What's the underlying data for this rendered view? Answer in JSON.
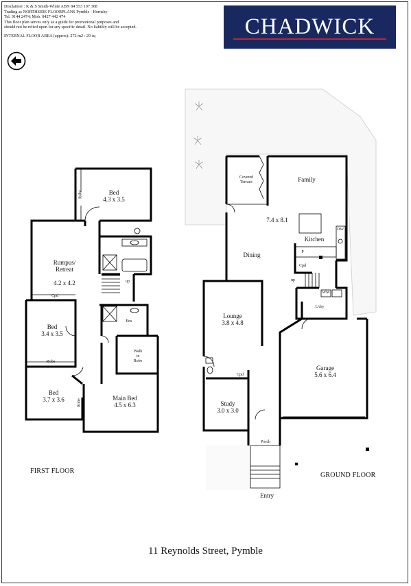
{
  "disclaimer": {
    "line1": "Disclaimer :  K & S Smith-White   ABN 84 553 107 368",
    "line2": "Trading as NORTHSIDE FLOORPLANS Pymble - Hornsby",
    "line3": "Tel. 9144 2474; Mob. 0427 442 474",
    "line4": "This floor plan serves only as a guide for promotional purposes and",
    "line5": "should not be relied upon for any specific detail. No liability will be accepted.",
    "area": "INTERNAL FLOOR AREA (approx): 272 m2 : 29 sq"
  },
  "brand": {
    "name": "CHADWICK",
    "bg": "#19295f",
    "accent": "#c9202c"
  },
  "compass": {
    "icon": "arrow-left-icon"
  },
  "first_floor": {
    "label": "FIRST FLOOR",
    "rooms": {
      "bed1": {
        "name": "Bed",
        "size": "4.3 x 3.5"
      },
      "rumpus": {
        "name": "Rumpus/\nRetreat",
        "size": "4.2 x 4.2"
      },
      "bed2": {
        "name": "Bed",
        "size": "3.4 x 3.5"
      },
      "bed3": {
        "name": "Bed",
        "size": "3.7 x 3.6"
      },
      "main_bed": {
        "name": "Main Bed",
        "size": "4.5 x 6.3"
      },
      "ens": "Ens",
      "walk_in": "Walk\nin\nRobe",
      "robe_a": "Robe",
      "robe_b": "Robe",
      "robe_c": "Robe",
      "cpd": "Cpd",
      "up": "up"
    }
  },
  "ground_floor": {
    "label": "GROUND FLOOR",
    "rooms": {
      "covered_terrace": "Covered\nTerrace",
      "family": "Family",
      "kitchen_size": "7.4 x 8.1",
      "kitchen": "Kitchen",
      "dw": "DW",
      "p": "P",
      "cpd": "Cpd",
      "dining": "Dining",
      "lounge": {
        "name": "Lounge",
        "size": "3.8 x 4.8"
      },
      "wm": "WM",
      "ldry": "L'dry",
      "garage": {
        "name": "Garage",
        "size": "5.6 x 6.4"
      },
      "cpd2": "Cpd",
      "study": {
        "name": "Study",
        "size": "3.0 x 3.0"
      },
      "porch": "Porch",
      "entry": "Entry",
      "up": "up"
    }
  },
  "address": "11 Reynolds Street, Pymble"
}
